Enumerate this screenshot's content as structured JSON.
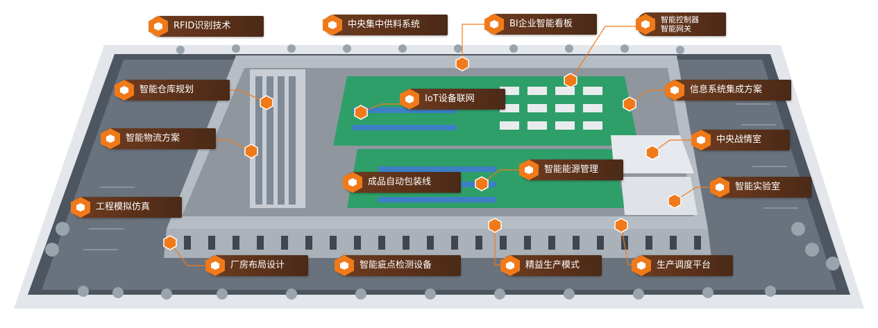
{
  "colors": {
    "accent": "#f07a1a",
    "label_bg": "#5a3019",
    "floor": "#2f9f6a",
    "road": "#4c5560",
    "wall": "#c7ccd2"
  },
  "labels": {
    "rfid": "RFID识别技术",
    "central_supply": "中央集中供料系统",
    "bi_board": "BI企业智能看板",
    "smart_controller_l1": "智能控制器",
    "smart_controller_l2": "智能网关",
    "warehouse_planning": "智能仓库规划",
    "iot": "IoT设备联网",
    "info_integration": "信息系统集成方案",
    "logistics": "智能物流方案",
    "war_room": "中央战情室",
    "energy": "智能能源管理",
    "packaging": "成品自动包装线",
    "lab": "智能实验室",
    "simulation": "工程模拟仿真",
    "layout_design": "厂房布局设计",
    "defect_detection": "智能疵点检测设备",
    "lean_production": "精益生产模式",
    "scheduling": "生产调度平台"
  }
}
